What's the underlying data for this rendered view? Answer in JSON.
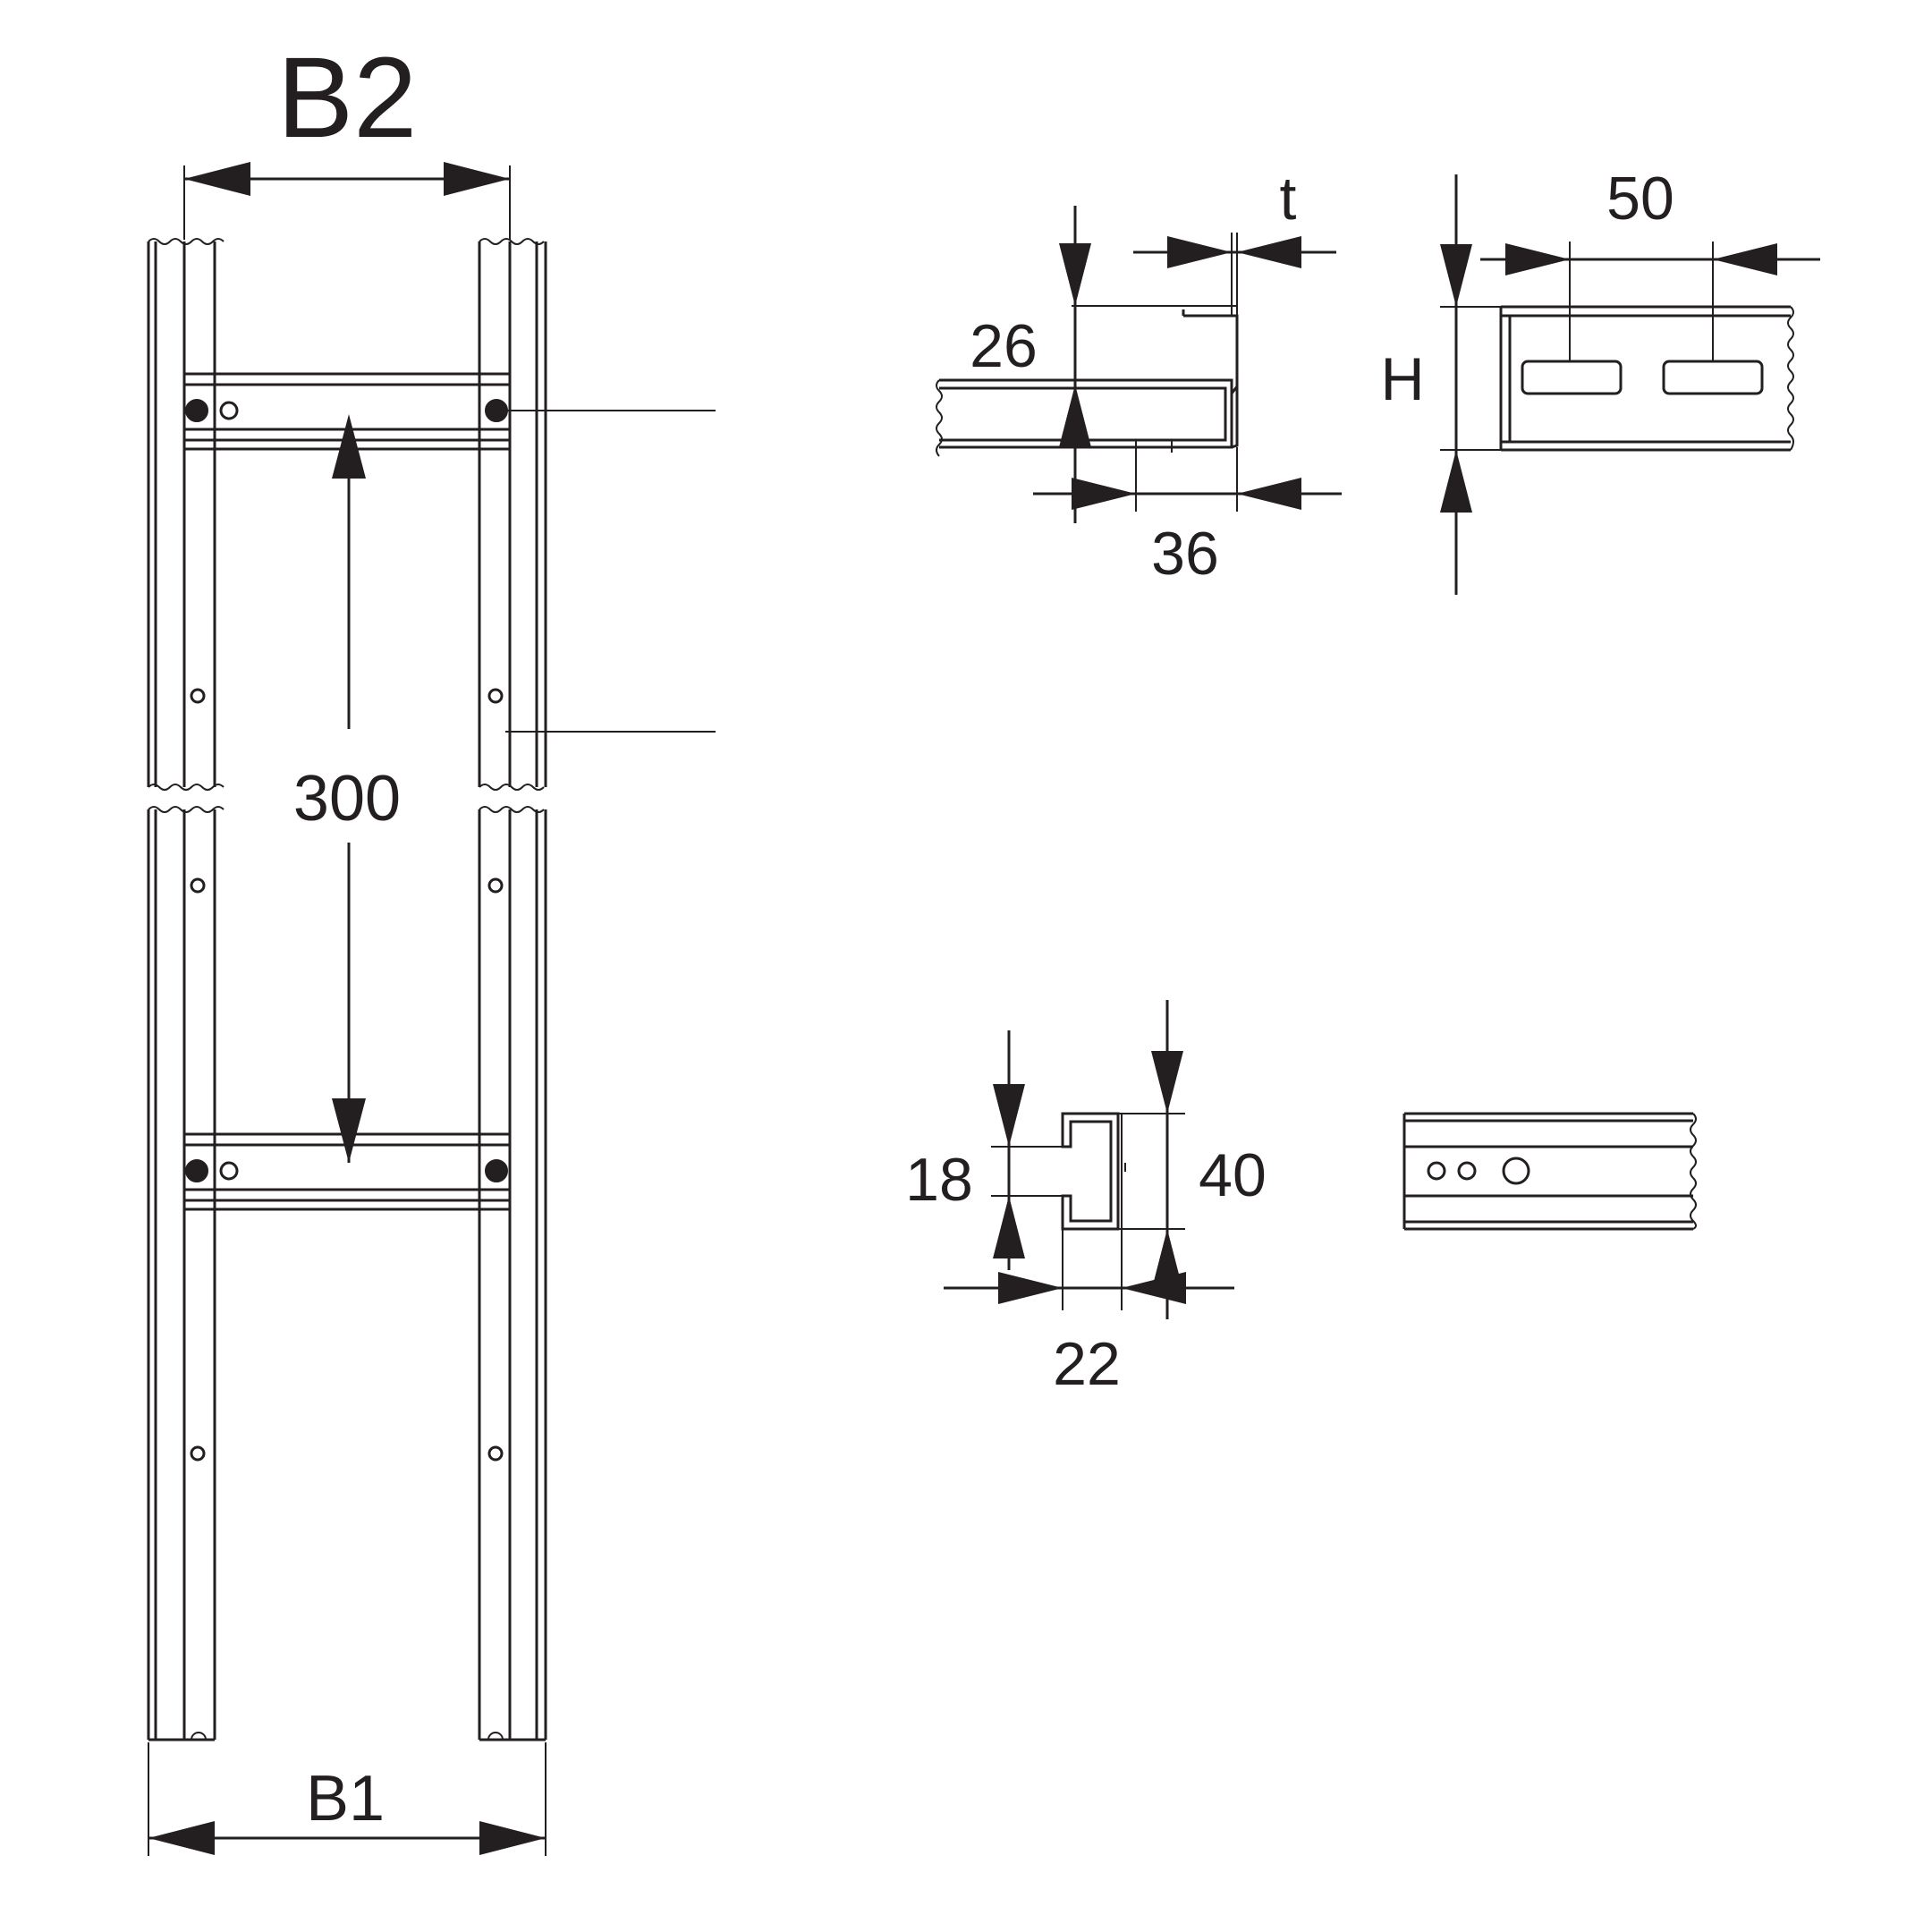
{
  "labels": {
    "b2": "B2",
    "b1": "B1",
    "rung_spacing": "300",
    "angle_height": "26",
    "angle_width": "36",
    "thickness": "t",
    "slot_pitch": "50",
    "side_height": "H",
    "channel_inner": "18",
    "channel_height": "40",
    "channel_width": "22"
  },
  "colors": {
    "ink": "#231f20",
    "paper": "#ffffff"
  }
}
